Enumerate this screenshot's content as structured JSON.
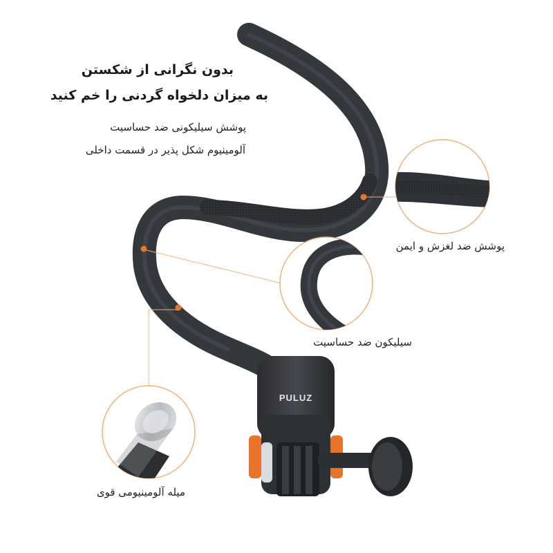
{
  "headline": {
    "line1": "بدون نگرانی از شکستن",
    "line2": "به میزان دلخواه گردنی را خم کنید"
  },
  "features": {
    "line1": "پوشش سیلیکونی ضد حساسیت",
    "line2": "آلومینیوم شکل پذیر در قسمت داخلی"
  },
  "callouts": {
    "anti_slip": "پوشش ضد لغزش و ایمن",
    "silicone": "سیلیکون ضد حساسیت",
    "aluminum_rod": "میله آلومینیومی قوی"
  },
  "brand": {
    "logo_text": "PULUZ"
  },
  "colors": {
    "accent": "#e8742a",
    "body": "#3a3d42",
    "body_dark": "#24262a",
    "metal": "#c9ccd1"
  }
}
